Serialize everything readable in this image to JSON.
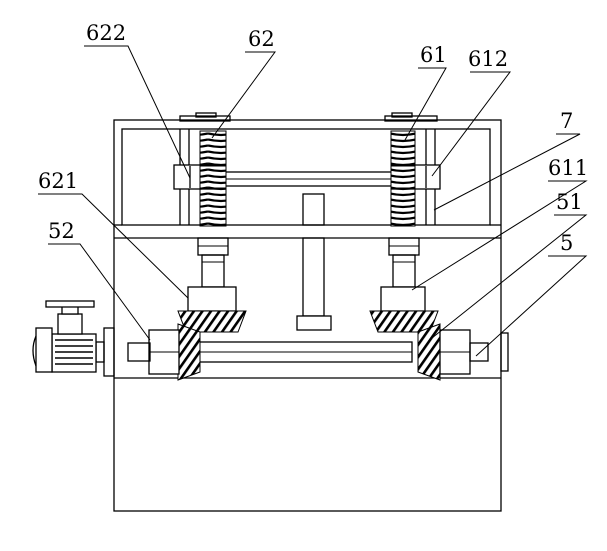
{
  "labels": {
    "l622": "622",
    "l62": "62",
    "l61": "61",
    "l612": "612",
    "l7": "7",
    "l621": "621",
    "l611": "611",
    "l52": "52",
    "l51": "51",
    "l5": "5"
  }
}
